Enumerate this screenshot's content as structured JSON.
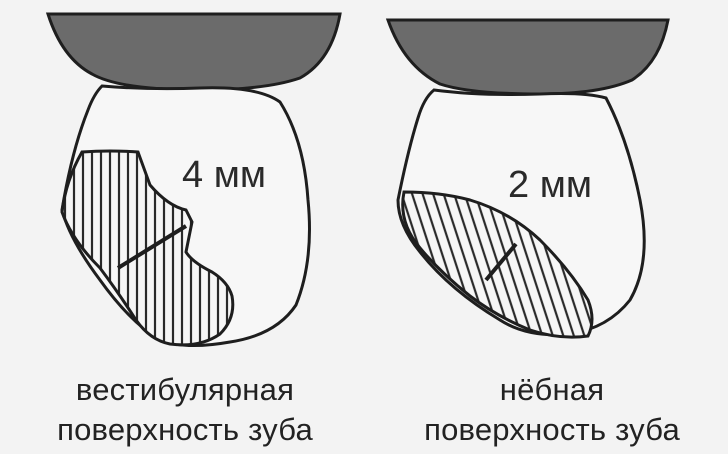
{
  "left_panel": {
    "measurement": "4 мм",
    "caption_line1": "вестибулярная",
    "caption_line2": "поверхность зуба"
  },
  "right_panel": {
    "measurement": "2 мм",
    "caption_line1": "нёбная",
    "caption_line2": "поверхность зуба"
  },
  "colors": {
    "background": "#f3f3f3",
    "crown_outline": "#1e1e1e",
    "base_fill": "#6b6b6b",
    "hatch": "#2a2a2a"
  }
}
